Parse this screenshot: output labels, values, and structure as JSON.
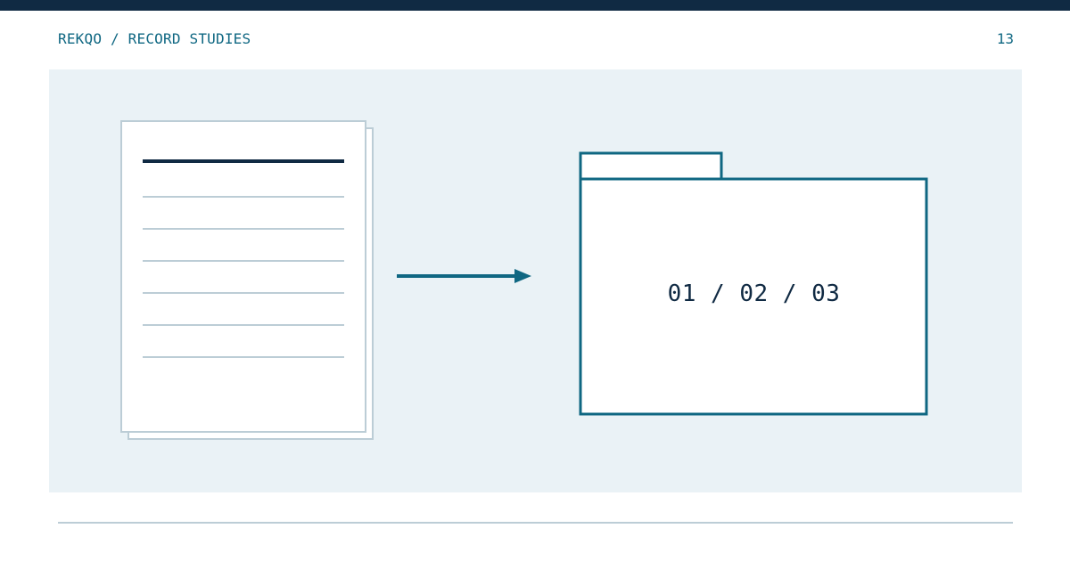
{
  "header": {
    "breadcrumb": "REKQO / RECORD STUDIES",
    "page_number": "13"
  },
  "diagram": {
    "folder_label": "01 / 02 / 03"
  },
  "colors": {
    "dark_navy": "#102a43",
    "accent_teal": "#0f6782",
    "panel_background": "#eaf2f6",
    "muted_line": "#bccdd6"
  },
  "icons": {
    "document": "document-stack-icon",
    "arrow": "arrow-right-icon",
    "folder": "folder-icon"
  }
}
